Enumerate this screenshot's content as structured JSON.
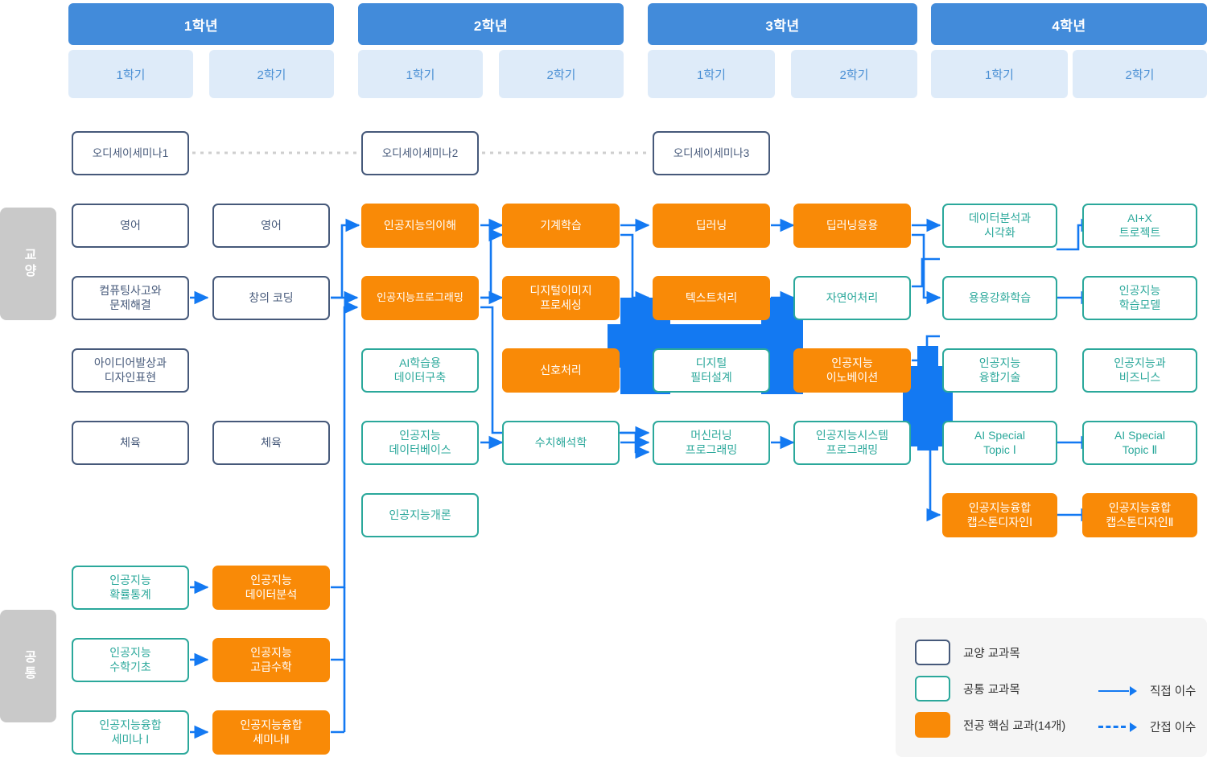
{
  "header": {
    "years": [
      {
        "label": "1학년",
        "semesters": [
          "1학기",
          "2학기"
        ]
      },
      {
        "label": "2학년",
        "semesters": [
          "1학기",
          "2학기"
        ]
      },
      {
        "label": "3학년",
        "semesters": [
          "1학기",
          "2학기"
        ]
      },
      {
        "label": "4학년",
        "semesters": [
          "1학기",
          "2학기"
        ]
      }
    ]
  },
  "side_tabs": [
    {
      "label": "교양"
    },
    {
      "label": "공통"
    }
  ],
  "seminars": [
    {
      "label": "오디세이세미나1"
    },
    {
      "label": "오디세이세미나2"
    },
    {
      "label": "오디세이세미나3"
    }
  ],
  "courses": {
    "y1s1": [
      {
        "label": "영어",
        "type": "liberal"
      },
      {
        "label": "컴퓨팅사고와\n문제해결",
        "type": "liberal"
      },
      {
        "label": "아이디어발상과\n디자인표현",
        "type": "liberal"
      },
      {
        "label": "체육",
        "type": "liberal"
      }
    ],
    "y1s2": [
      {
        "label": "영어",
        "type": "liberal"
      },
      {
        "label": "창의 코딩",
        "type": "liberal"
      },
      {
        "label": "체육",
        "type": "liberal"
      }
    ],
    "y2s1": [
      {
        "label": "인공지능의이해",
        "type": "major"
      },
      {
        "label": "인공지능프로그래밍",
        "type": "major"
      },
      {
        "label": "AI학습용\n데이터구축",
        "type": "common"
      },
      {
        "label": "인공지능\n데이터베이스",
        "type": "common"
      },
      {
        "label": "인공지능개론",
        "type": "common"
      }
    ],
    "y2s2": [
      {
        "label": "기계학습",
        "type": "major"
      },
      {
        "label": "디지털이미지\n프로세싱",
        "type": "major"
      },
      {
        "label": "신호처리",
        "type": "major"
      },
      {
        "label": "수치해석학",
        "type": "common"
      }
    ],
    "y3s1": [
      {
        "label": "딥러닝",
        "type": "major"
      },
      {
        "label": "텍스트처리",
        "type": "major"
      },
      {
        "label": "디지털\n필터설계",
        "type": "common"
      },
      {
        "label": "머신러닝\n프로그래밍",
        "type": "common"
      }
    ],
    "y3s2": [
      {
        "label": "딥러닝응용",
        "type": "major"
      },
      {
        "label": "자연어처리",
        "type": "common"
      },
      {
        "label": "인공지능\n이노베이션",
        "type": "major"
      },
      {
        "label": "인공지능시스템\n프로그래밍",
        "type": "common"
      }
    ],
    "y4s1": [
      {
        "label": "데이터분석과\n시각화",
        "type": "common"
      },
      {
        "label": "용용강화학습",
        "type": "common"
      },
      {
        "label": "인공지능\n융합기술",
        "type": "common"
      },
      {
        "label": "AI Special\nTopic Ⅰ",
        "type": "common"
      },
      {
        "label": "인공지능융합\n캡스톤디자인Ⅰ",
        "type": "major"
      }
    ],
    "y4s2": [
      {
        "label": "AI+X\n트로젝트",
        "type": "common"
      },
      {
        "label": "인공지능\n학습모델",
        "type": "common"
      },
      {
        "label": "인공지능과\n비즈니스",
        "type": "common"
      },
      {
        "label": "AI Special\nTopic Ⅱ",
        "type": "common"
      },
      {
        "label": "인공지능융합\n캡스톤디자인Ⅱ",
        "type": "major"
      }
    ],
    "common_s1": [
      {
        "label": "인공지능\n확률통계",
        "type": "common"
      },
      {
        "label": "인공지능\n수학기초",
        "type": "common"
      },
      {
        "label": "인공지능융합\n세미나 Ⅰ",
        "type": "common"
      }
    ],
    "common_s2": [
      {
        "label": "인공지능\n데이터분석",
        "type": "major"
      },
      {
        "label": "인공지능\n고급수학",
        "type": "major"
      },
      {
        "label": "인공지능융합\n세미나Ⅱ",
        "type": "major"
      }
    ]
  },
  "legend": {
    "items": [
      {
        "label": "교양 교과목",
        "swatch": "liberal"
      },
      {
        "label": "공통 교과목",
        "swatch": "common"
      },
      {
        "label": "전공 핵심 교과(14개)",
        "swatch": "major"
      }
    ],
    "arrows": [
      {
        "label": "직접 이수",
        "style": "solid"
      },
      {
        "label": "간접 이수",
        "style": "dashed"
      }
    ]
  },
  "colors": {
    "year_header": "#428BDA",
    "semester_header": "#DEEBF9",
    "major": "#F98A07",
    "common_border": "#2BA89B",
    "liberal_border": "#46597A",
    "arrow": "#1379F2",
    "side_tab": "#C9C9C9",
    "legend_bg": "#F5F5F5"
  }
}
